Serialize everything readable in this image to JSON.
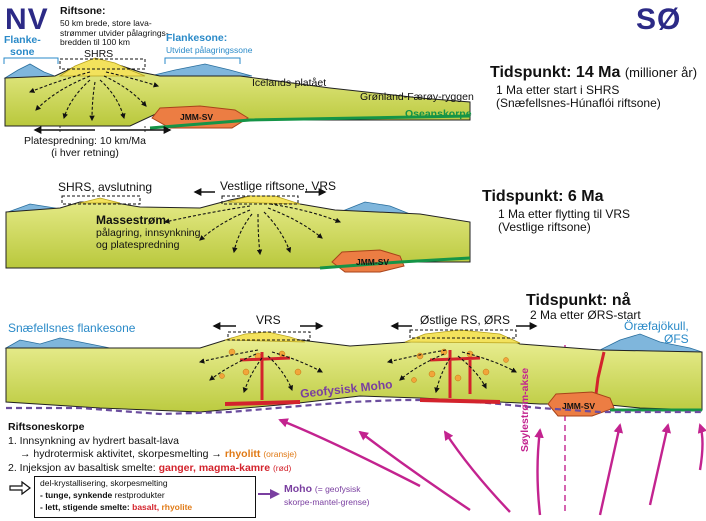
{
  "corners": {
    "left": "NV",
    "right": "SØ"
  },
  "panel1": {
    "flankesone_left": [
      "Flanke-",
      "sone"
    ],
    "riftsone_title": "Riftsone:",
    "riftsone_desc": [
      "50 km brede, store lava-",
      "strømmer utvider pålagrings-",
      "bredden til 100 km"
    ],
    "shrs": "SHRS",
    "flankesone_right_title": "Flankesone:",
    "flankesone_right_desc": "Utvidet pålagringssone",
    "icelands_platået": "Icelands-platået",
    "gronland_faroy": "Grønland-Færøy-ryggen",
    "oseanskorpe": "Oseanskorpe",
    "jmm": "JMM-SV",
    "platespredning": [
      "Platespredning: 10 km/Ma",
      "(i hver retning)"
    ],
    "time_title": "Tidspunkt: 14 Ma",
    "time_unit": "(millioner år)",
    "time_sub": [
      "1 Ma etter start i SHRS",
      "(Snæfellsnes-Húnaflói riftsone)"
    ]
  },
  "panel2": {
    "shrs_end": "SHRS, avslutning",
    "vrs": "Vestlige riftsone, VRS",
    "massestrom_title": "Massestrøm",
    "massestrom_desc": [
      "pålagring, innsynkning",
      "og platespredning"
    ],
    "jmm": "JMM-SV",
    "time_title": "Tidspunkt: 6 Ma",
    "time_sub": [
      "1 Ma etter flytting til VRS",
      "(Vestlige riftsone)"
    ]
  },
  "panel3": {
    "snaefellsnes": "Snæfellsnes flankesone",
    "vrs": "VRS",
    "ors": "Østlige RS, ØRS",
    "oraefa": [
      "Öræfajökull,",
      "ØFS"
    ],
    "moho_label": "Geofysisk Moho",
    "jmm": "JMM-SV",
    "plume": "Søylestrøm-akse",
    "time_title": "Tidspunkt: nå",
    "time_sub": "2 Ma etter ØRS-start"
  },
  "legend": {
    "title": "Riftsoneskorpe",
    "item1a": "1. Innsynkning av hydrert basalt-lava",
    "item1b": "→ hydrotermisk aktivitet, skorpesmelting →",
    "rhyolitt": "rhyolitt",
    "rhyolitt_note": "(oransje)",
    "item2": "2. Injeksjon av basaltisk smelte:",
    "ganger": "ganger, magma-kamre",
    "ganger_note": "(rød)",
    "box_line1": "del-krystallisering, skorpesmelting",
    "box_line2a": "- tunge, synkende",
    "box_line2b": "restprodukter",
    "box_line3a": "- lett, stigende smelte:",
    "basalt": "basalt,",
    "rhyolite": "rhyolite",
    "moho": "Moho",
    "moho_desc": [
      "(= geofysisk",
      "skorpe-mantel-grense)"
    ]
  },
  "colors": {
    "crust": "#c9d356",
    "crust_top": "#e6ea85",
    "lava": "#f3e25c",
    "flank": "#7fb6dc",
    "jmm": "#ec7d43",
    "oceanic": "#159447",
    "red": "#d3232c",
    "orange": "#f2a53a",
    "plume": "#c3238f",
    "moho": "#6b4d9e"
  }
}
